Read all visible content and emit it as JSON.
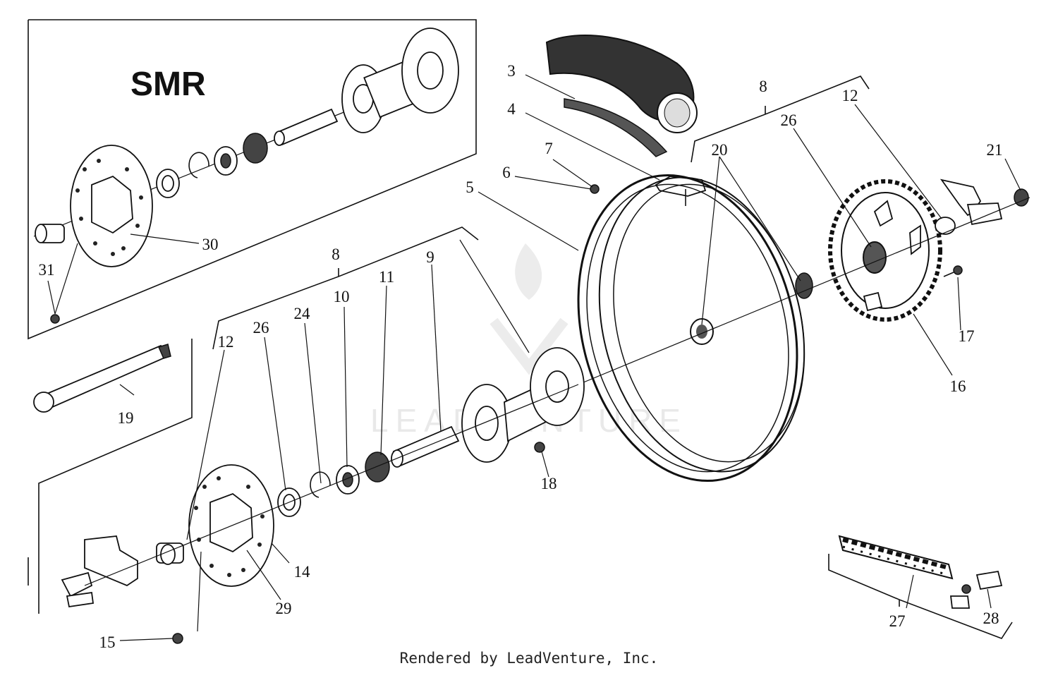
{
  "diagram": {
    "inset_title": "SMR",
    "credit": "Rendered by LeadVenture, Inc.",
    "watermark": "LEADVENTURE",
    "callouts": [
      {
        "id": "c3",
        "text": "3"
      },
      {
        "id": "c4",
        "text": "4"
      },
      {
        "id": "c5",
        "text": "5"
      },
      {
        "id": "c6",
        "text": "6"
      },
      {
        "id": "c7",
        "text": "7"
      },
      {
        "id": "c8a",
        "text": "8"
      },
      {
        "id": "c8b",
        "text": "8"
      },
      {
        "id": "c9",
        "text": "9"
      },
      {
        "id": "c10",
        "text": "10"
      },
      {
        "id": "c11",
        "text": "11"
      },
      {
        "id": "c12a",
        "text": "12"
      },
      {
        "id": "c12b",
        "text": "12"
      },
      {
        "id": "c14",
        "text": "14"
      },
      {
        "id": "c15",
        "text": "15"
      },
      {
        "id": "c16",
        "text": "16"
      },
      {
        "id": "c17",
        "text": "17"
      },
      {
        "id": "c18",
        "text": "18"
      },
      {
        "id": "c19",
        "text": "19"
      },
      {
        "id": "c20",
        "text": "20"
      },
      {
        "id": "c21",
        "text": "21"
      },
      {
        "id": "c24",
        "text": "24"
      },
      {
        "id": "c26a",
        "text": "26"
      },
      {
        "id": "c26b",
        "text": "26"
      },
      {
        "id": "c27",
        "text": "27"
      },
      {
        "id": "c28",
        "text": "28"
      },
      {
        "id": "c29",
        "text": "29"
      },
      {
        "id": "c30",
        "text": "30"
      },
      {
        "id": "c31",
        "text": "31"
      }
    ]
  }
}
